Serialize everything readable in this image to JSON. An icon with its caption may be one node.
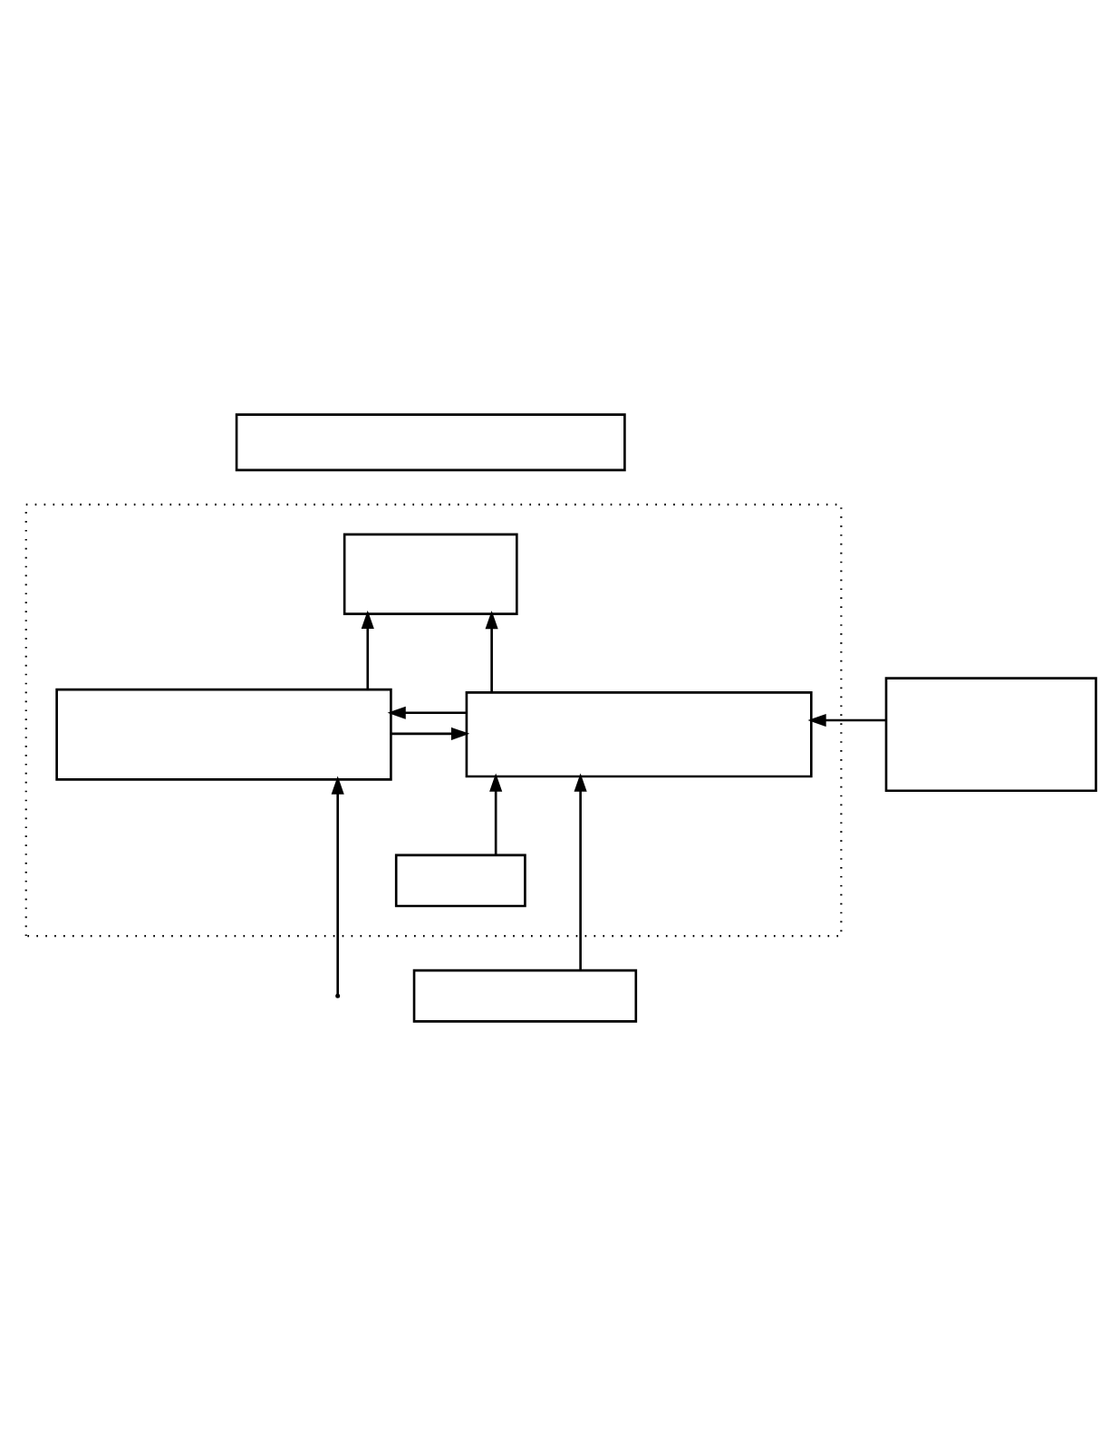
{
  "diagram": {
    "nodes": [
      {
        "text": [],
        "shape": "box"
      },
      {
        "text": [],
        "shape": "box"
      },
      {
        "text": [],
        "shape": "box",
        "in": 1
      },
      {
        "text": [],
        "shape": "box",
        "in": 1
      },
      {
        "text": [],
        "shape": "box",
        "in": 1
      },
      {
        "text": [],
        "shape": "box"
      },
      {
        "text": [],
        "shape": "box",
        "in": 1
      },
      {
        "text": [],
        "shape": "box"
      }
    ],
    "edges": [
      {
        "from": 3,
        "to": 2,
        "arrow": "to"
      },
      {
        "from": 4,
        "to": 3,
        "arrow": "to"
      },
      {
        "from": 3,
        "to": 4,
        "arrow": "to"
      },
      {
        "from": 4,
        "to": 2,
        "arrow": "to"
      },
      {
        "from": 5,
        "to": 4,
        "arrow": "to"
      },
      {
        "from": 6,
        "to": 4,
        "arrow": "to"
      },
      {
        "from": 7,
        "to": 4,
        "arrow": "to"
      },
      {
        "from": null,
        "to": 3,
        "arrow": "to"
      }
    ]
  }
}
